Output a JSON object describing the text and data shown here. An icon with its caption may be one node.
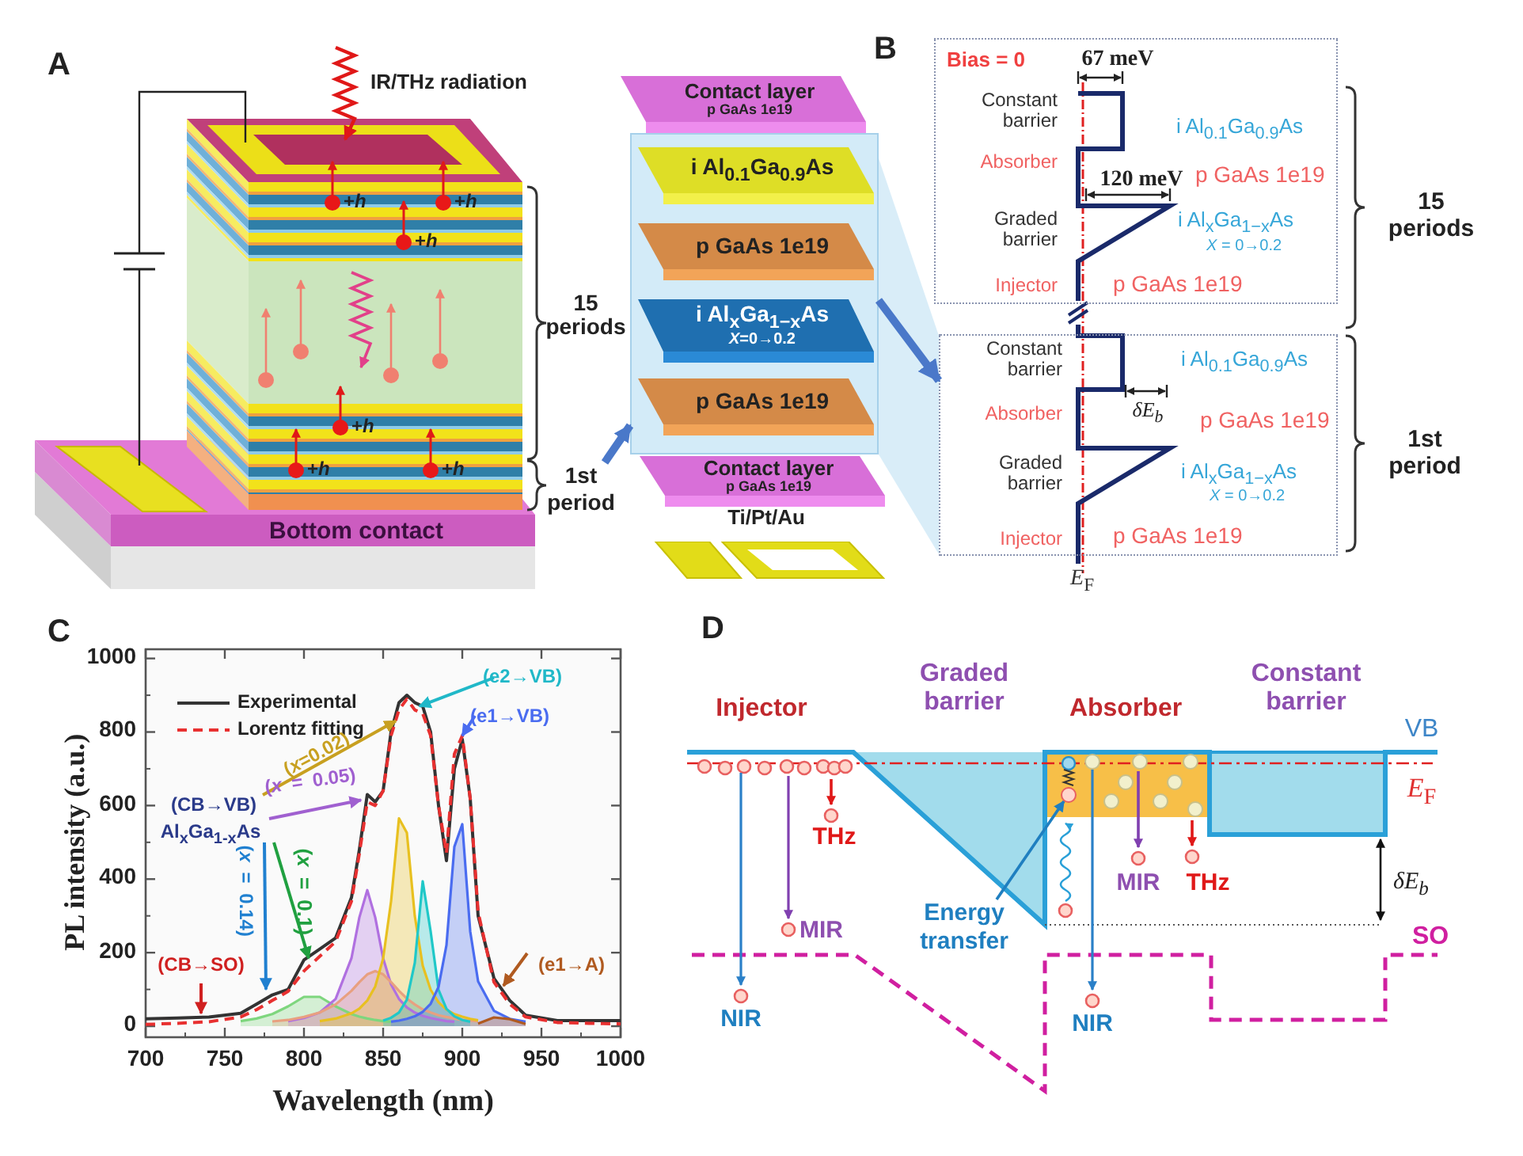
{
  "diagram": {
    "nodes": [
      {
        "text": [
          "Contact layer",
          "p GaAs 1e19"
        ]
      },
      {
        "text": [],
        "shape": "box"
      },
      {
        "text": [
          "i Al$_{0.1}$Ga$_{0.9}$As"
        ],
        "in": 1
      },
      {
        "text": [
          "p GaAs 1e19"
        ],
        "in": 1
      },
      {
        "text": [
          "i Al$_{x}$Ga$_{1−x}$As",
          "*X*=0→0.2"
        ],
        "in": 1
      },
      {
        "text": [
          "p GaAs 1e19"
        ],
        "in": 1
      },
      {
        "text": [
          "Contact layer",
          "p GaAs 1e19"
        ]
      },
      {
        "text": [
          "Ti/Pt/Au"
        ]
      },
      {
        "text": [
          "Bias = 0",
          "67 meV",
          "Constant barrier",
          "i Al$_{0.1}$Ga$_{0.9}$As",
          "Absorber",
          "120 meV",
          "p GaAs 1e19",
          "Graded barrier",
          "i Al$_{x}$Ga$_{1−x}$As",
          "*X* = 0→0.2",
          "Injector",
          "p GaAs 1e19"
        ]
      },
      {
        "text": [
          "Constant barrier",
          "i Al$_{0.1}$Ga$_{0.9}$As",
          "Absorber",
          "δE$_{b}$",
          "p GaAs 1e19",
          "Graded barrier",
          "i Al$_{x}$Ga$_{1−x}$As",
          "*X* = 0→0.2",
          "Injector",
          "p GaAs 1e19"
        ]
      },
      {
        "text": [
          "Energy transfer"
        ]
      },
      {
        "text": [
          "1st period"
        ]
      },
      {
        "text": [],
        "shape": "circle"
      }
    ],
    "edges": [
      {
        "from": 11,
        "to": 1,
        "arrow": "to"
      },
      {
        "from": 1,
        "to": 9,
        "arrow": "to"
      },
      {
        "from": 10,
        "to": 12,
        "arrow": "to"
      }
    ],
    "labels": [
      "A",
      "IR/THz radiation",
      "+*h*",
      "+*h*",
      "+*h*",
      "+*h*",
      "+*h*",
      "+*h*",
      "15 periods",
      "Bottom contact",
      "B",
      "15 periods",
      "1st period",
      "*E*$_{F}$",
      "C",
      "D",
      "Injector",
      "Graded barrier",
      "Absorber",
      "Constant barrier",
      "VB",
      "*E*$_{F}$",
      "THz",
      "MIR",
      "MIR",
      "THz",
      "δE$_{b}$",
      "SO",
      "NIR",
      "NIR"
    ],
    "chart_data": {
      "type": "line",
      "xlabel": "Wavelength (nm)",
      "ylabel": "PL intensity (a.u.)",
      "x": [
        700,
        720,
        740,
        760,
        770,
        780,
        790,
        800,
        810,
        820,
        830,
        835,
        840,
        845,
        850,
        855,
        860,
        865,
        870,
        875,
        880,
        885,
        890,
        895,
        900,
        905,
        910,
        920,
        930,
        940,
        960,
        980,
        1000
      ],
      "series": [
        {
          "name": "Experimental",
          "color": "#333333",
          "values": [
            20,
            22,
            25,
            35,
            60,
            85,
            100,
            180,
            210,
            240,
            350,
            480,
            630,
            610,
            640,
            800,
            880,
            900,
            880,
            870,
            800,
            600,
            450,
            700,
            780,
            620,
            300,
            130,
            70,
            30,
            15,
            15,
            15
          ]
        },
        {
          "name": "Lorentz fitting",
          "color": "#e83030",
          "line_style": "dashed",
          "values": [
            5,
            8,
            12,
            25,
            45,
            70,
            95,
            150,
            190,
            230,
            340,
            470,
            610,
            600,
            640,
            790,
            860,
            890,
            860,
            850,
            790,
            600,
            470,
            740,
            790,
            620,
            310,
            120,
            60,
            25,
            10,
            8,
            6
          ]
        },
        {
          "color": "#7ed67e",
          "values": [
            null,
            null,
            null,
            14,
            21,
            33,
            54,
            80,
            80,
            54,
            33,
            26,
            21,
            17,
            14,
            12,
            null,
            null,
            null,
            null,
            null,
            null,
            null,
            null,
            null,
            null,
            null,
            null,
            null,
            null,
            null,
            null,
            null
          ]
        },
        {
          "color": "#b070e0",
          "values": [
            null,
            null,
            null,
            null,
            null,
            null,
            14,
            22,
            37,
            74,
            185,
            296,
            370,
            296,
            185,
            114,
            74,
            51,
            37,
            28,
            22,
            18,
            14,
            12,
            null,
            null,
            null,
            null,
            null,
            null,
            null,
            null,
            null
          ]
        },
        {
          "color": "#e8a080",
          "values": [
            null,
            null,
            null,
            null,
            null,
            13,
            17,
            25,
            37,
            59,
            96,
            120,
            141,
            150,
            141,
            120,
            96,
            75,
            59,
            46,
            37,
            30,
            25,
            21,
            17,
            15,
            13,
            null,
            null,
            null,
            null,
            null,
            null
          ]
        },
        {
          "color": "#e8c020",
          "values": [
            null,
            null,
            null,
            null,
            null,
            null,
            null,
            null,
            14,
            21,
            35,
            48,
            70,
            108,
            184,
            339,
            565,
            526,
            300,
            165,
            99,
            65,
            45,
            33,
            26,
            20,
            16,
            null,
            null,
            null,
            null,
            null,
            null
          ]
        },
        {
          "color": "#20c8c8",
          "values": [
            null,
            null,
            null,
            null,
            null,
            null,
            null,
            null,
            null,
            null,
            null,
            null,
            null,
            null,
            15,
            23,
            37,
            72,
            172,
            394,
            258,
            99,
            47,
            27,
            17,
            12,
            null,
            null,
            null,
            null,
            null,
            null,
            null
          ]
        },
        {
          "color": "#4a6cf0",
          "values": [
            null,
            null,
            null,
            null,
            null,
            null,
            null,
            null,
            null,
            null,
            null,
            null,
            null,
            null,
            null,
            12,
            15,
            20,
            27,
            39,
            61,
            107,
            220,
            488,
            549,
            258,
            122,
            42,
            20,
            12,
            null,
            null,
            null
          ]
        },
        {
          "color": "#b05a20",
          "values": [
            null,
            null,
            null,
            null,
            null,
            null,
            null,
            null,
            null,
            null,
            null,
            null,
            null,
            null,
            null,
            null,
            null,
            null,
            null,
            null,
            null,
            null,
            null,
            null,
            null,
            null,
            7,
            24,
            19,
            6,
            null,
            null,
            null
          ]
        }
      ],
      "xlim": [
        700,
        1000
      ],
      "ylim": [
        -30,
        1025
      ],
      "xticks": [
        700,
        750,
        800,
        850,
        900,
        950,
        1000
      ],
      "yticks": [
        0,
        200,
        400,
        600,
        800,
        1000
      ],
      "legend": true,
      "annotations": [
        {
          "text": "(e2→VB)",
          "x": 873,
          "y": 870
        },
        {
          "text": "(e1→VB)",
          "x": 900,
          "y": 790
        },
        {
          "text": "(*x*=0.02)",
          "x": 858,
          "y": 830
        },
        {
          "text": "(*x* = 0.05)",
          "x": 836,
          "y": 615
        },
        {
          "text": "(CB→VB)"
        },
        {
          "text": "Al$_{x}$Ga$_{1-x}$As"
        },
        {
          "text": "(*x* = 0.14)",
          "x": 776,
          "y": 100
        },
        {
          "text": "(*x* = 0.1)",
          "x": 803,
          "y": 185
        },
        {
          "text": "(CB→SO)",
          "x": 735,
          "y": 35
        },
        {
          "text": "(e1→A)",
          "x": 926,
          "y": 110
        }
      ]
    }
  }
}
